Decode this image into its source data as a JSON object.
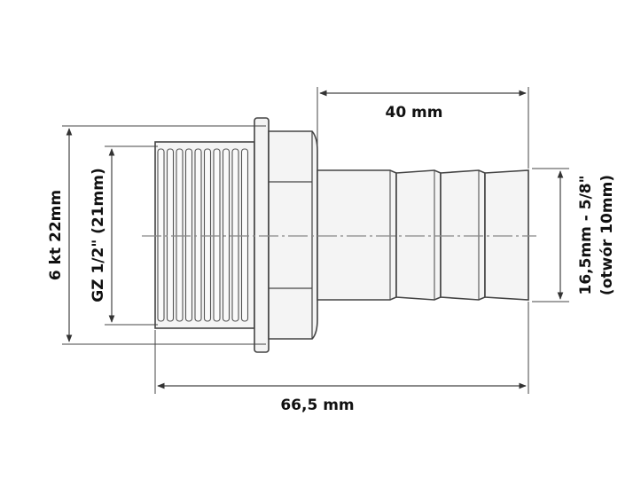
{
  "diagram": {
    "labels": {
      "length_top": "40 mm",
      "length_total": "66,5 mm",
      "hex": "6 kt 22mm",
      "thread": "GZ 1/2\" (21mm)",
      "barb_outer": "16,5mm - 5/8\"",
      "barb_bore": "(otwór 10mm)"
    },
    "colors": {
      "stroke": "#444444",
      "part_fill": "#f4f4f4",
      "text": "#111111"
    }
  }
}
